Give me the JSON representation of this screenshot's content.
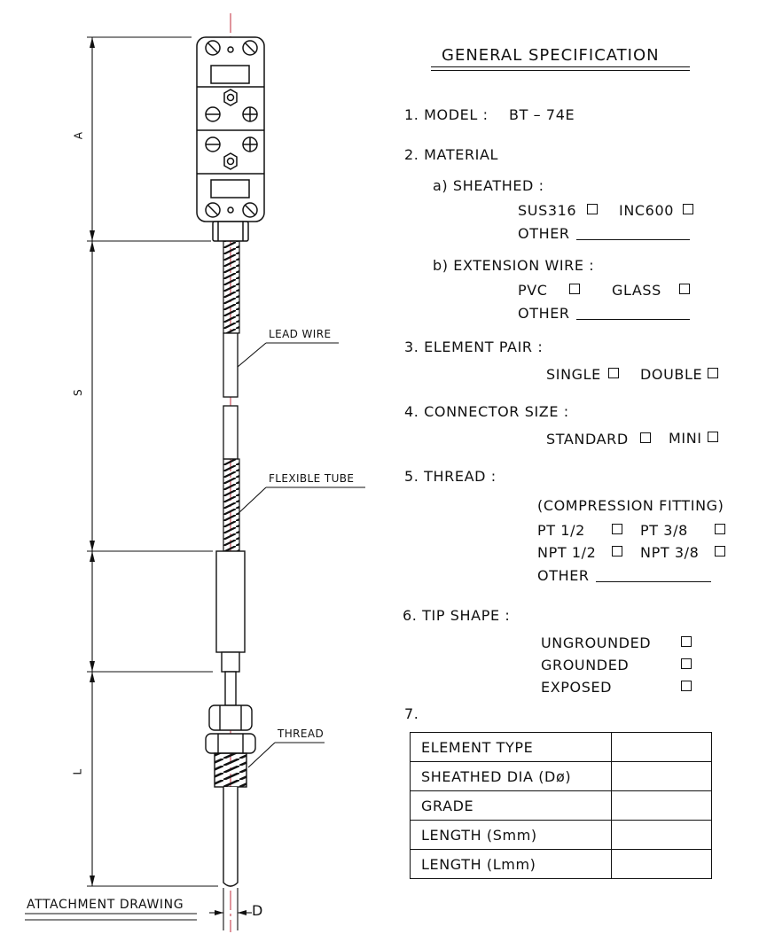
{
  "title": "GENERAL SPECIFICATION",
  "model": {
    "label": "1. MODEL :",
    "value": "BT – 74E"
  },
  "material": {
    "heading": "2. MATERIAL",
    "sheathed": {
      "label": "a) SHEATHED :",
      "options": [
        "SUS316",
        "INC600"
      ],
      "other": "OTHER"
    },
    "extension": {
      "label": "b) EXTENSION WIRE :",
      "options": [
        "PVC",
        "GLASS"
      ],
      "other": "OTHER"
    }
  },
  "element_pair": {
    "heading": "3. ELEMENT PAIR :",
    "options": [
      "SINGLE",
      "DOUBLE"
    ]
  },
  "connector_size": {
    "heading": "4. CONNECTOR SIZE :",
    "options": [
      "STANDARD",
      "MINI"
    ]
  },
  "thread": {
    "heading": "5. THREAD :",
    "note": "(COMPRESSION FITTING)",
    "options": [
      "PT 1/2",
      "PT 3/8",
      "NPT 1/2",
      "NPT 3/8"
    ],
    "other": "OTHER"
  },
  "tip_shape": {
    "heading": "6. TIP SHAPE :",
    "options": [
      "UNGROUNDED",
      "GROUNDED",
      "EXPOSED"
    ]
  },
  "section7": {
    "heading": "7.",
    "rows": [
      "ELEMENT TYPE",
      "SHEATHED DIA (Dø)",
      "GRADE",
      "LENGTH (Smm)",
      "LENGTH (Lmm)"
    ]
  },
  "drawing": {
    "dimension_labels": {
      "a": "A",
      "s": "S",
      "l": "L",
      "d": "D"
    },
    "callouts": {
      "lead_wire": "LEAD WIRE",
      "flexible_tube": "FLEXIBLE TUBE",
      "thread": "THREAD"
    },
    "caption": "ATTACHMENT DRAWING"
  }
}
